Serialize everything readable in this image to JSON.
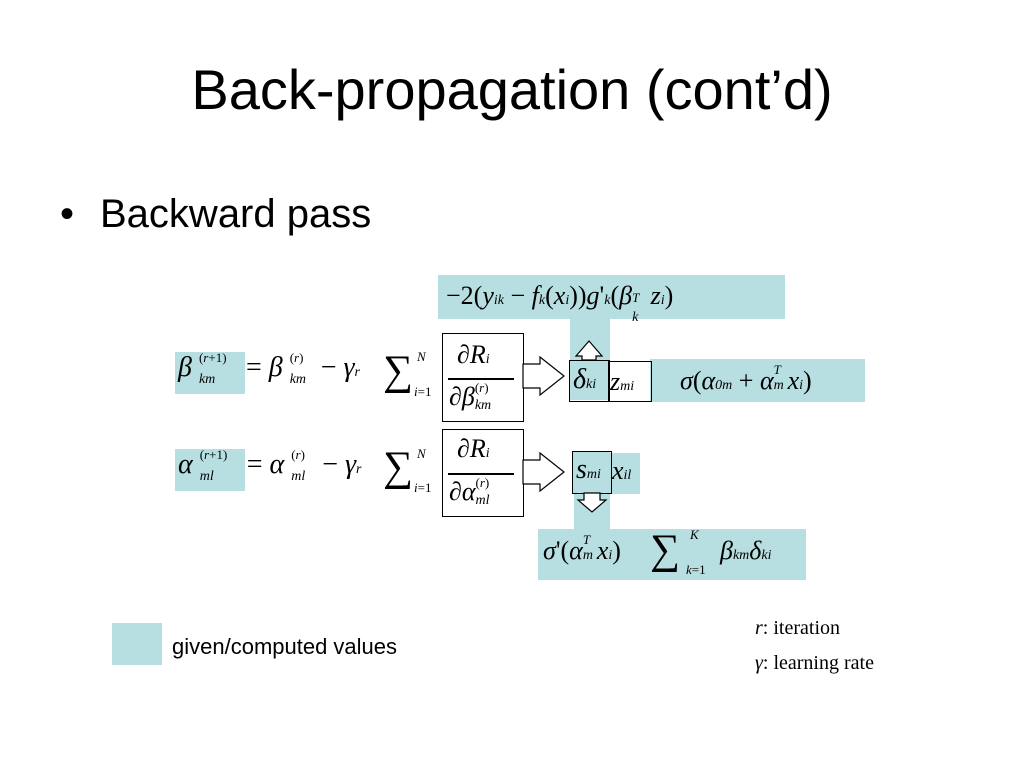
{
  "slide": {
    "title": "Back-propagation (cont’d)",
    "bullet": {
      "marker": "•",
      "text": "Backward pass"
    }
  },
  "eq_top": "−2(yik − fk(xi))g'k(βkT zi)",
  "eq_beta": "βkm(r+1) = βkm(r) − γr ∑i=1N ∂Ri/∂βkm(r)",
  "eq_alpha": "αml(r+1) = αml(r) − γr ∑i=1N ∂Ri/∂αml(r)",
  "eq_delta_z": "δki zmi",
  "eq_sigma": "σ(α0m + αmTxi)",
  "eq_s_x": "smi xil",
  "eq_bottom": "σ'(αmTxi) ∑k=1K βkm δki",
  "legend": {
    "swatch_color": "#b7dfe1",
    "label": "given/computed values"
  },
  "notes": {
    "iteration_symbol": "r",
    "iteration_label": ": iteration",
    "rate_symbol": "γ",
    "rate_label": ": learning rate"
  }
}
